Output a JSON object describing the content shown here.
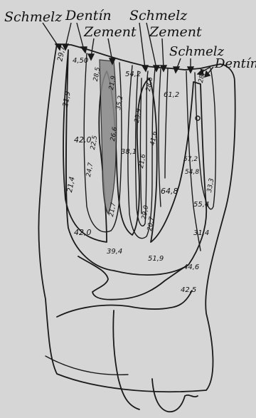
{
  "labels": {
    "schmelz_left": "Schmelz",
    "dentin_left": "Dentín",
    "zement_left": "Zement",
    "schmelz_mid": "Schmelz",
    "zement_mid": "Zement",
    "schmelz_right": "Schmelz",
    "dentin_right": "Dentín"
  },
  "values": {
    "v_29_7": "29,7",
    "v_4_50": "4,50",
    "v_28_5": "28,5",
    "v_21_9": "21,9",
    "v_35_2": "35,2",
    "v_54_2": "54,2",
    "v_28_6": "28,6",
    "v_61_2": "61,2",
    "v_28_4": "28,4",
    "v_21_9b": "21,9",
    "v_42_0": "42,0",
    "v_22_5": "22,5",
    "v_26_6": "26,6",
    "v_38_1": "38,1",
    "v_23_9": "23,9",
    "v_21_6": "21,6",
    "v_41_6": "41,6",
    "v_57_2": "57,2",
    "v_54_8": "54,8",
    "v_24_7": "24,7",
    "v_21_4": "21,4",
    "v_64_8": "64,8",
    "v_33_3": "33,3",
    "v_55_4": "55,4",
    "v_21_7": "21,7",
    "v_29_0": "29,0",
    "v_20_7": "20,7",
    "v_42_0b": "42,0",
    "v_31_4": "31,4",
    "v_39_4": "39,4",
    "v_51_9": "51,9",
    "v_44_6": "44,6",
    "v_42_5": "42,5"
  },
  "colors": {
    "background": "#d6d6d6",
    "ink": "#1a1a1a",
    "cement_fill": "#8a8a8a"
  }
}
